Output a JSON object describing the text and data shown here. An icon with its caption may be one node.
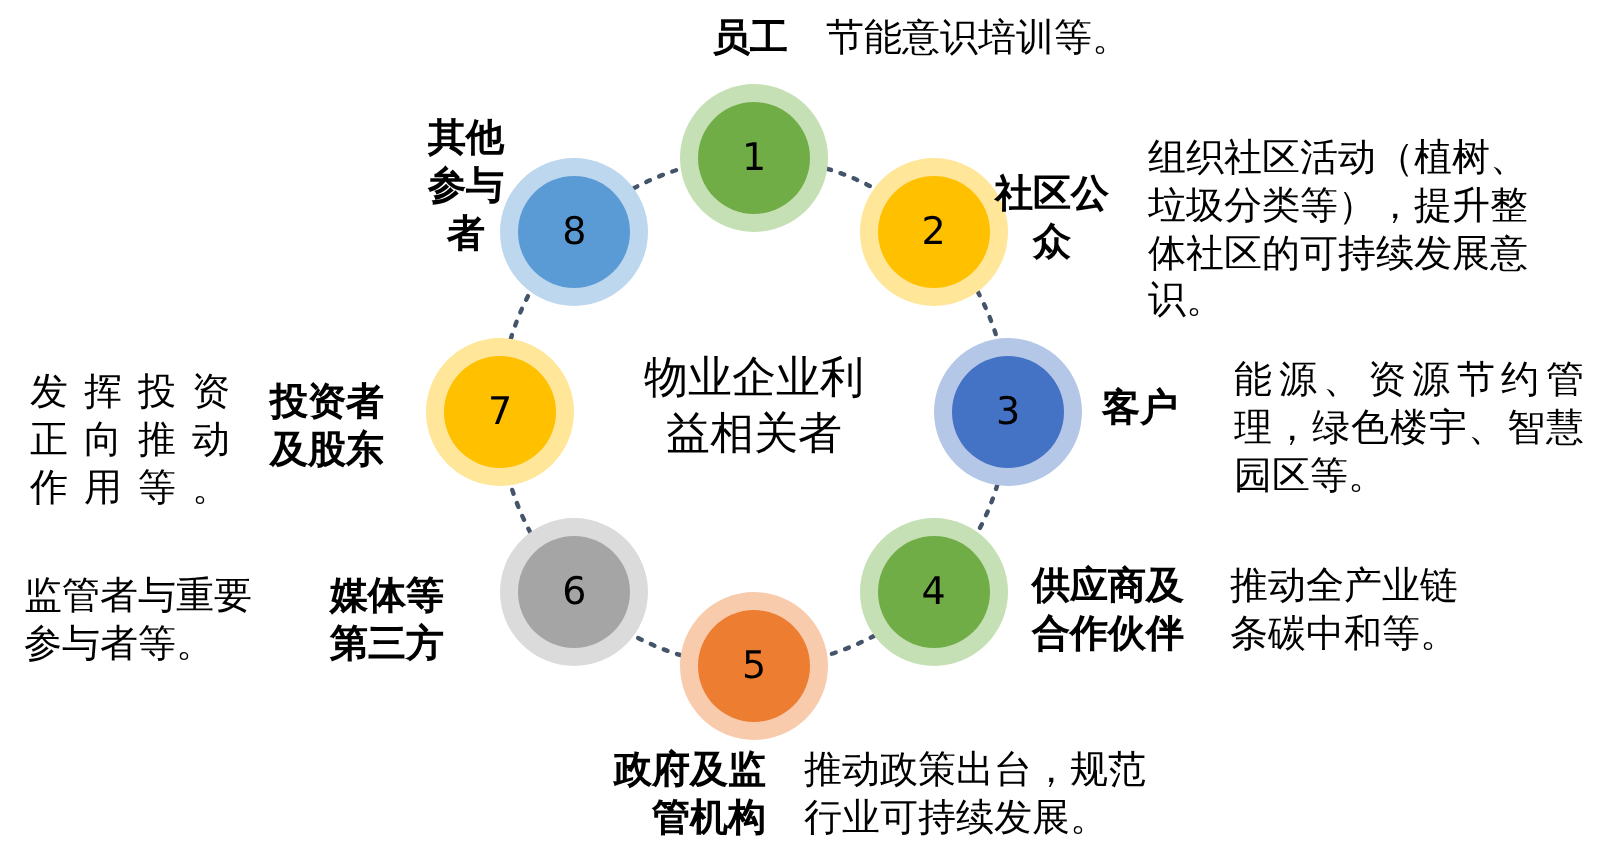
{
  "diagram": {
    "nodes": [
      {
        "text": [
          "1"
        ],
        "beside": [
          "员工",
          "节能意识培训等。"
        ]
      },
      {
        "text": [
          "2"
        ],
        "beside": [
          "社区公众",
          "组织社区活动（植树、垃圾分类等），提升整体社区的可持续发展意识。"
        ]
      },
      {
        "text": [
          "3"
        ],
        "beside": [
          "客户",
          "能源、资源节约管理，绿色楼宇、智慧园区等。"
        ]
      },
      {
        "text": [
          "4"
        ],
        "beside": [
          "供应商及合作伙伴",
          "推动全产业链条碳中和等。"
        ]
      },
      {
        "text": [
          "5"
        ],
        "beside": [
          "政府及监管机构",
          "推动政策出台，规范行业可持续发展。"
        ]
      },
      {
        "text": [
          "6"
        ],
        "beside": [
          "媒体等第三方",
          "监管者与重要参与者等。"
        ]
      },
      {
        "text": [
          "7"
        ],
        "beside": [
          "投资者及股东",
          "发挥投资正向推动作用等。"
        ]
      },
      {
        "text": [
          "8"
        ],
        "beside": [
          "其他参与者"
        ]
      }
    ],
    "edges": [
      {
        "from": 0,
        "to": 1,
        "arrow": "none",
        "style": "dashed"
      },
      {
        "from": 1,
        "to": 2,
        "arrow": "none",
        "style": "dashed"
      },
      {
        "from": 2,
        "to": 3,
        "arrow": "none",
        "style": "dashed"
      },
      {
        "from": 3,
        "to": 4,
        "arrow": "none",
        "style": "dashed"
      },
      {
        "from": 4,
        "to": 5,
        "arrow": "none",
        "style": "dashed"
      },
      {
        "from": 5,
        "to": 6,
        "arrow": "none",
        "style": "dashed"
      },
      {
        "from": 6,
        "to": 7,
        "arrow": "none",
        "style": "dashed"
      },
      {
        "from": 7,
        "to": 0,
        "arrow": "none",
        "style": "dashed"
      }
    ],
    "labels": [
      "物业企业利益相关者"
    ]
  }
}
